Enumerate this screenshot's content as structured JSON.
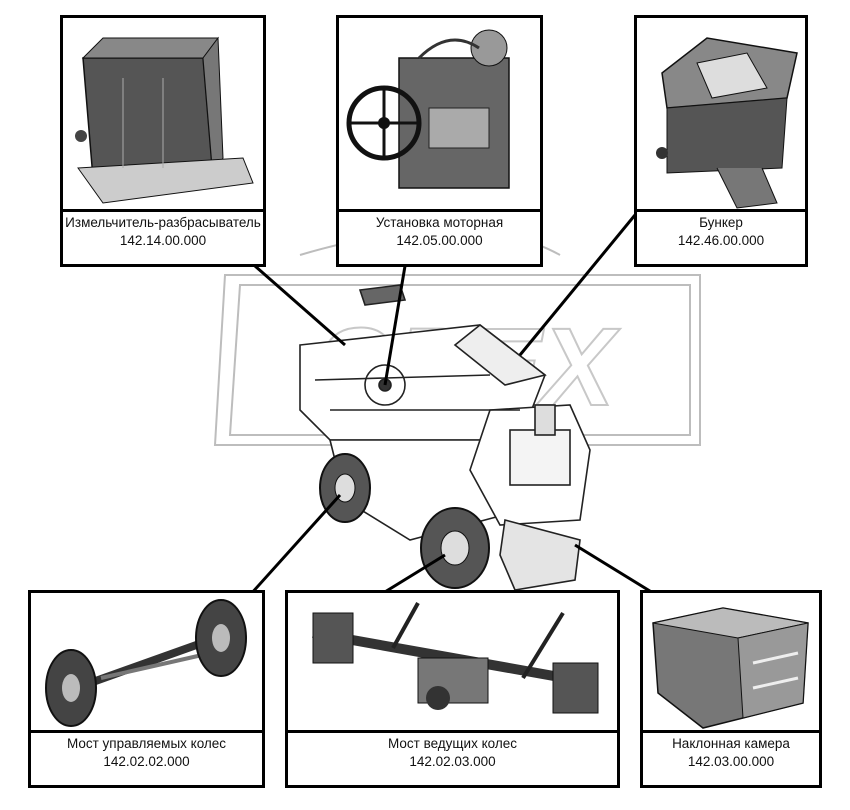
{
  "watermark": "ЭРЕХ",
  "callouts": [
    {
      "id": "chopper",
      "name": "Измельчитель-разбрасыватель",
      "code": "142.14.00.000",
      "icon": "chopper-spreader-icon"
    },
    {
      "id": "engine",
      "name": "Установка моторная",
      "code": "142.05.00.000",
      "icon": "engine-icon"
    },
    {
      "id": "bunker",
      "name": "Бункер",
      "code": "142.46.00.000",
      "icon": "grain-bunker-icon"
    },
    {
      "id": "steer_axle",
      "name": "Мост управляемых колес",
      "code": "142.02.02.000",
      "icon": "steered-axle-icon"
    },
    {
      "id": "drive_axle",
      "name": "Мост ведущих колес",
      "code": "142.02.03.000",
      "icon": "drive-axle-icon"
    },
    {
      "id": "feeder",
      "name": "Наклонная камера",
      "code": "142.03.00.000",
      "icon": "feeder-house-icon"
    }
  ]
}
